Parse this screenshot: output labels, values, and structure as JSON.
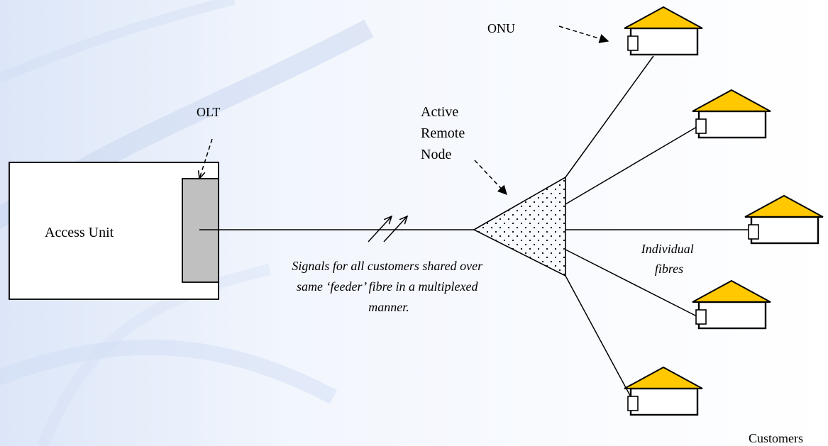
{
  "labels": {
    "access_unit": "Access Unit",
    "olt": "OLT",
    "onu": "ONU",
    "remote_node": [
      "Active",
      "Remote",
      "Node"
    ],
    "signals_caption": [
      "Signals for all customers shared over",
      "same ‘feeder’ fibre in a multiplexed",
      "manner."
    ],
    "individual_fibres": [
      "Individual",
      "fibres"
    ],
    "customers": "Customers"
  },
  "colors": {
    "roof": "#FFC800",
    "olt_card": "#C0C0C0",
    "background_tint": "#E4ECFA"
  },
  "icons": {
    "house": "house-icon",
    "remote_node": "triangle-splitter-icon"
  }
}
